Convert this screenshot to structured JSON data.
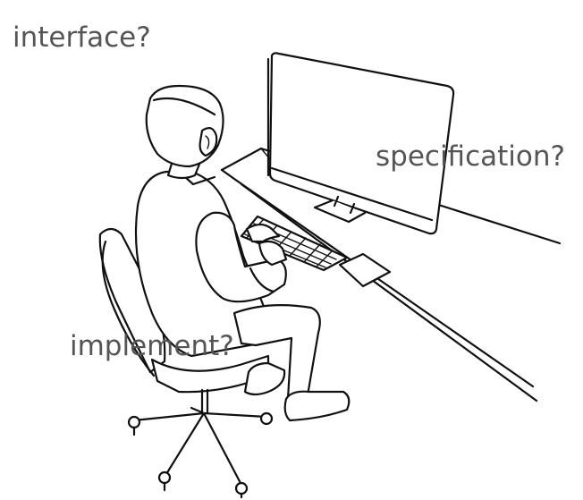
{
  "labels": {
    "interface": "interface?",
    "specification": "specification?",
    "implement": "implement?"
  },
  "colors": {
    "label_text": "#555555",
    "line_art": "#111111",
    "background": "#ffffff"
  }
}
